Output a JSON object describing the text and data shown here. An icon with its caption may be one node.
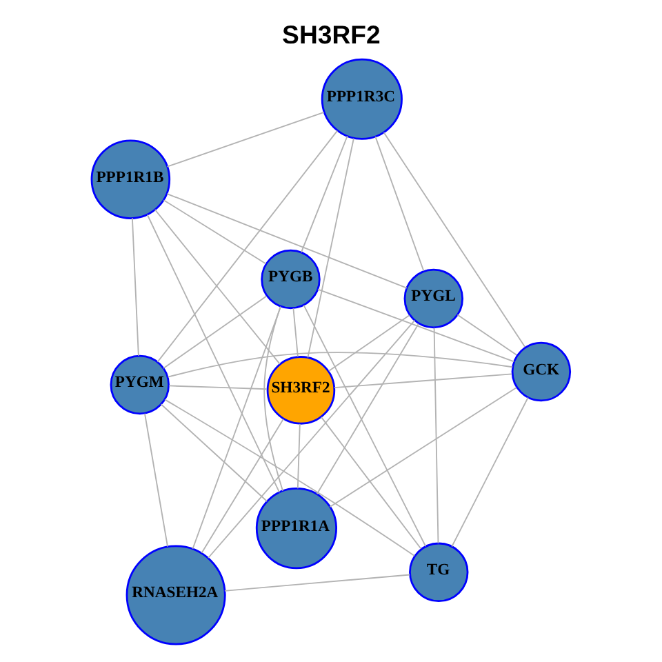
{
  "diagram": {
    "title": "SH3RF2",
    "nodes": [
      {
        "text": [
          "PPP1R1B"
        ]
      },
      {
        "text": [
          "PPP1R3C"
        ]
      },
      {
        "text": [
          "PPP1R1A"
        ]
      },
      {
        "text": [
          "PYGB"
        ]
      },
      {
        "text": [
          "PYGL"
        ]
      },
      {
        "text": [
          "SH3RF2"
        ]
      },
      {
        "text": [
          "PYGM"
        ]
      },
      {
        "text": [
          "GCK"
        ]
      },
      {
        "text": [
          "RNASEH2A"
        ]
      },
      {
        "text": [
          "TG"
        ]
      }
    ],
    "edges": [
      {
        "from": 0,
        "to": 1,
        "arrow": "none"
      },
      {
        "from": 0,
        "to": 2,
        "arrow": "none"
      },
      {
        "from": 0,
        "to": 3,
        "arrow": "none"
      },
      {
        "from": 0,
        "to": 4,
        "arrow": "none"
      },
      {
        "from": 0,
        "to": 5,
        "arrow": "none"
      },
      {
        "from": 0,
        "to": 6,
        "arrow": "none"
      },
      {
        "from": 1,
        "to": 4,
        "arrow": "none"
      },
      {
        "from": 1,
        "to": 5,
        "arrow": "none"
      },
      {
        "from": 1,
        "to": 3,
        "arrow": "none"
      },
      {
        "from": 1,
        "to": 6,
        "arrow": "none"
      },
      {
        "from": 1,
        "to": 7,
        "arrow": "none"
      },
      {
        "from": 2,
        "to": 3,
        "arrow": "none"
      },
      {
        "from": 2,
        "to": 4,
        "arrow": "none"
      },
      {
        "from": 2,
        "to": 5,
        "arrow": "none"
      },
      {
        "from": 2,
        "to": 6,
        "arrow": "none"
      },
      {
        "from": 2,
        "to": 7,
        "arrow": "none"
      },
      {
        "from": 3,
        "to": 5,
        "arrow": "none"
      },
      {
        "from": 3,
        "to": 6,
        "arrow": "none"
      },
      {
        "from": 3,
        "to": 7,
        "arrow": "none"
      },
      {
        "from": 3,
        "to": 8,
        "arrow": "none"
      },
      {
        "from": 3,
        "to": 9,
        "arrow": "none"
      },
      {
        "from": 4,
        "to": 5,
        "arrow": "none"
      },
      {
        "from": 4,
        "to": 7,
        "arrow": "none"
      },
      {
        "from": 4,
        "to": 8,
        "arrow": "none"
      },
      {
        "from": 4,
        "to": 9,
        "arrow": "none"
      },
      {
        "from": 5,
        "to": 6,
        "arrow": "none"
      },
      {
        "from": 5,
        "to": 7,
        "arrow": "none"
      },
      {
        "from": 5,
        "to": 8,
        "arrow": "none"
      },
      {
        "from": 5,
        "to": 9,
        "arrow": "none"
      },
      {
        "from": 6,
        "to": 7,
        "arrow": "none"
      },
      {
        "from": 6,
        "to": 8,
        "arrow": "none"
      },
      {
        "from": 6,
        "to": 9,
        "arrow": "none"
      },
      {
        "from": 7,
        "to": 9,
        "arrow": "none"
      },
      {
        "from": 8,
        "to": 9,
        "arrow": "none"
      }
    ]
  }
}
